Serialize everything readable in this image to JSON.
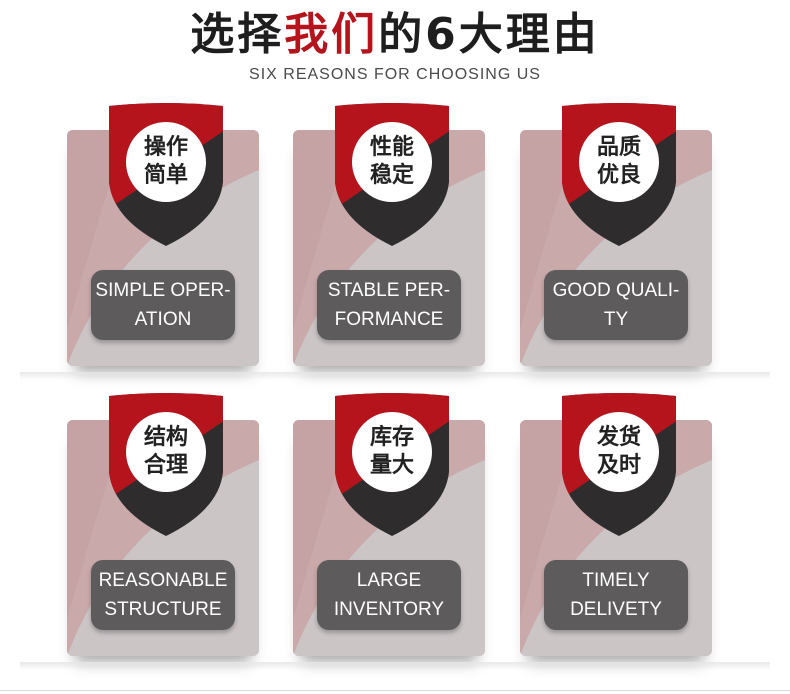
{
  "header": {
    "title_part1": "选择",
    "title_accent": "我们",
    "title_part2": "的6大理由",
    "subtitle": "SIX REASONS FOR CHOOSING US"
  },
  "colors": {
    "accent": "#b5141c",
    "shield_dark": "#2e2c2d",
    "card_bg": "#cbc5c6",
    "card_pink": "#c9a9aa",
    "label_bg": "#5d5b5c"
  },
  "reasons": [
    {
      "badge_line1": "操作",
      "badge_line2": "简单",
      "label": "SIMPLE OPER-\nATION"
    },
    {
      "badge_line1": "性能",
      "badge_line2": "稳定",
      "label": "STABLE PER-\nFORMANCE"
    },
    {
      "badge_line1": "品质",
      "badge_line2": "优良",
      "label": "GOOD QUALI-\nTY"
    },
    {
      "badge_line1": "结构",
      "badge_line2": "合理",
      "label": "REASONABLE\nSTRUCTURE"
    },
    {
      "badge_line1": "库存",
      "badge_line2": "量大",
      "label": "LARGE\nINVENTORY"
    },
    {
      "badge_line1": "发货",
      "badge_line2": "及时",
      "label": "TIMELY\nDELIVETY"
    }
  ]
}
